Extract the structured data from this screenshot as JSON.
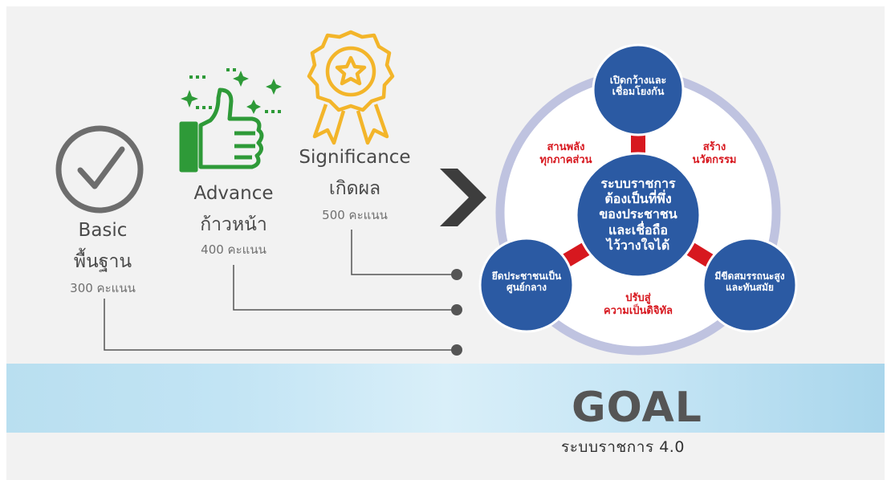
{
  "levels": [
    {
      "en": "Basic",
      "th": "พื้นฐาน",
      "points": "300 คะแนน",
      "icon": "check-circle-icon",
      "color": "#6d6d6d"
    },
    {
      "en": "Advance",
      "th": "ก้าวหน้า",
      "points": "400 คะแนน",
      "icon": "thumbs-up-icon",
      "color": "#2e9a38"
    },
    {
      "en": "Significance",
      "th": "เกิดผล",
      "points": "500 คะแนน",
      "icon": "award-ribbon-icon",
      "color": "#f3b52a"
    }
  ],
  "arrow_icon": "chevron-right-icon",
  "diagram": {
    "center": [
      "ระบบราชการ",
      "ต้องเป็นที่พึ่ง",
      "ของประชาชน",
      "และเชื่อถือ",
      "ไว้วางใจได้"
    ],
    "top": [
      "เปิดกว้างและ",
      "เชื่อมโยงกัน"
    ],
    "left": [
      "ยึดประชาชนเป็น",
      "ศูนย์กลาง"
    ],
    "right": [
      "มีขีดสมรรถนะสูง",
      "และทันสมัย"
    ],
    "label_top_left": [
      "สานพลัง",
      "ทุกภาคส่วน"
    ],
    "label_top_right": [
      "สร้าง",
      "นวัตกรรม"
    ],
    "label_bottom": [
      "ปรับสู่",
      "ความเป็นดิจิทัล"
    ],
    "node_color": "#2b5aa3",
    "ring_color": "#bfc3e0",
    "connector_color": "#d7181f"
  },
  "goal": {
    "title": "GOAL",
    "subtitle": "ระบบราชการ 4.0"
  }
}
